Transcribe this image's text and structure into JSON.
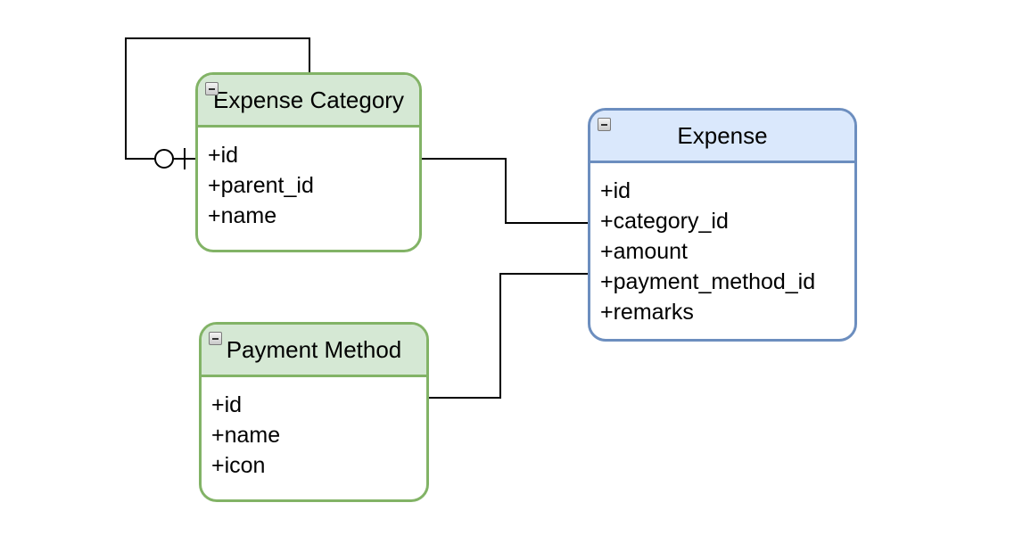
{
  "entities": {
    "expense_category": {
      "title": "Expense Category",
      "attributes": [
        "+id",
        "+parent_id",
        "+name"
      ],
      "header_color": "#d5e8d4",
      "border_color": "#82b366"
    },
    "expense": {
      "title": "Expense",
      "attributes": [
        "+id",
        "+category_id",
        "+amount",
        "+payment_method_id",
        "+remarks"
      ],
      "header_color": "#dae8fc",
      "border_color": "#6c8ebf"
    },
    "payment_method": {
      "title": "Payment Method",
      "attributes": [
        "+id",
        "+name",
        "+icon"
      ],
      "header_color": "#d5e8d4",
      "border_color": "#82b366"
    }
  },
  "relationships": [
    {
      "from": "expense_category.parent_id",
      "to": "expense_category.id",
      "end_marker": "zero-or-one"
    },
    {
      "from": "expense.category_id",
      "to": "expense_category.id"
    },
    {
      "from": "expense.payment_method_id",
      "to": "payment_method.id"
    }
  ],
  "icons": {
    "header_toggle": "collapse-icon"
  }
}
